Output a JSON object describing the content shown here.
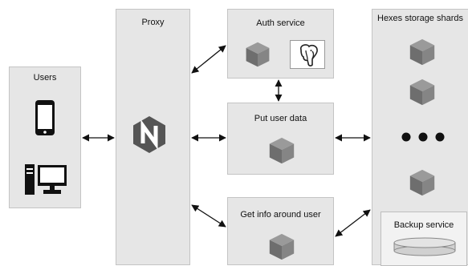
{
  "nodes": {
    "users": {
      "label": "Users"
    },
    "proxy": {
      "label": "Proxy"
    },
    "auth_service": {
      "label": "Auth service"
    },
    "put_user_data": {
      "label": "Put user data"
    },
    "get_info": {
      "label": "Get info around user"
    },
    "storage": {
      "label": "Hexes storage shards"
    },
    "backup": {
      "label": "Backup service"
    }
  },
  "icons": {
    "phone": "phone-icon",
    "desktop": "desktop-computer-icon",
    "nginx": "nginx-icon",
    "cube": "cube-icon",
    "postgres": "postgresql-elephant-icon",
    "ellipsis": "ellipsis-icon",
    "disk": "disk-icon"
  },
  "edges": [
    {
      "from": "users",
      "to": "proxy",
      "direction": "both"
    },
    {
      "from": "proxy",
      "to": "auth_service",
      "direction": "both"
    },
    {
      "from": "proxy",
      "to": "put_user_data",
      "direction": "both"
    },
    {
      "from": "proxy",
      "to": "get_info",
      "direction": "both"
    },
    {
      "from": "auth_service",
      "to": "put_user_data",
      "direction": "both"
    },
    {
      "from": "put_user_data",
      "to": "storage",
      "direction": "both"
    },
    {
      "from": "get_info",
      "to": "storage",
      "direction": "both"
    }
  ]
}
